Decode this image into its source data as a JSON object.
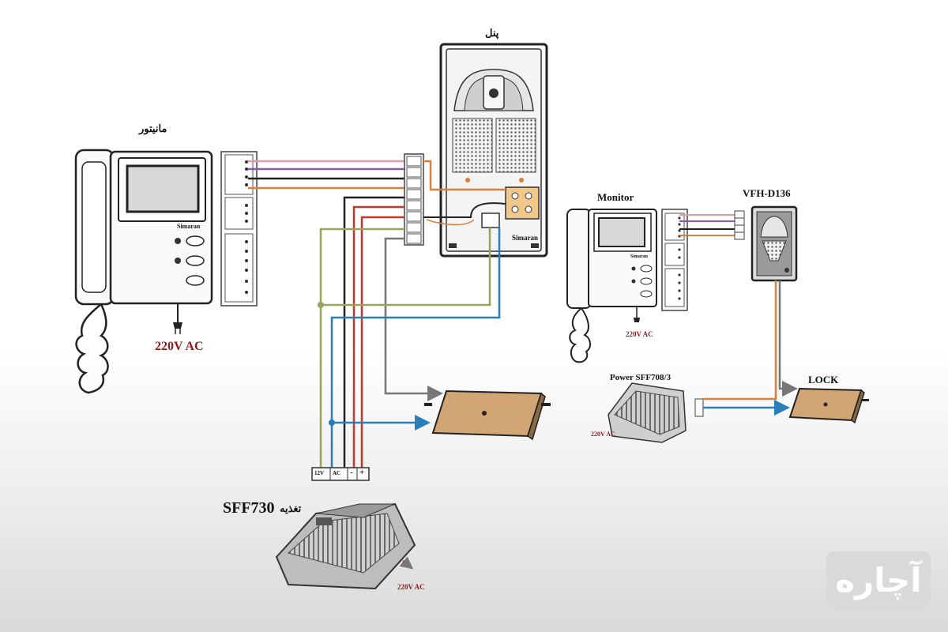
{
  "diagram": {
    "labels": {
      "panel": "پنل",
      "monitor_left": "مانیتور",
      "monitor_left_brand": "Simaran",
      "ac_main": "220V AC",
      "panel_brand": "Simaran",
      "monitor_right": "Monitor",
      "monitor_right_brand": "Simaran",
      "panel_right": "VFH-D136",
      "ac_small_right": "220V AC",
      "power_right": "Power SFF708/3",
      "ac_small_power": "220V AC",
      "lock": "LOCK",
      "psu_model": "SFF730",
      "psu_label": "تغذیه",
      "ac_psu": "220V AC",
      "psu_terminals": [
        "12V",
        "AC",
        "-",
        "+"
      ]
    },
    "wire_colors": {
      "pink": "#e99aa6",
      "purple": "#8a5aa8",
      "black": "#222222",
      "orange": "#d9803a",
      "red": "#c0392b",
      "olive": "#9aa35a",
      "gray": "#777777",
      "blue": "#2a7fb8"
    }
  },
  "watermark": {
    "text": "آچاره"
  }
}
